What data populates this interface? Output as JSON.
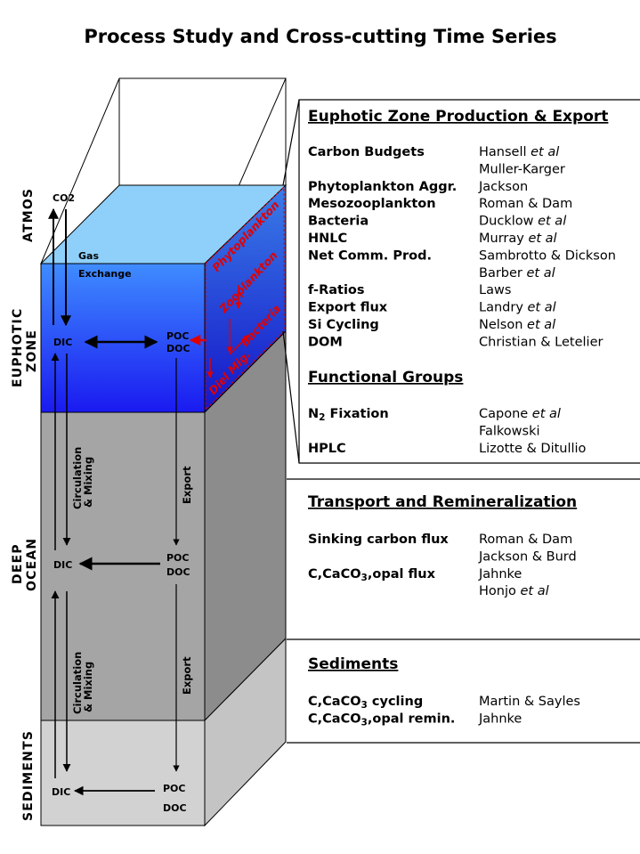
{
  "title": "Process Study and Cross-cutting Time Series",
  "zones": {
    "atmos": "ATMOS",
    "euphotic_1": "EUPHOTIC",
    "euphotic_2": "ZONE",
    "deep_1": "DEEP",
    "deep_2": "OCEAN",
    "sediments": "SEDIMENTS"
  },
  "column": {
    "co2": "CO2",
    "gas_1": "Gas",
    "gas_2": "Exchange",
    "dic": "DIC",
    "poc": "POC",
    "doc": "DOC",
    "circ_1": "Circulation",
    "circ_2": "& Mixing",
    "export": "Export",
    "side_phyto": "Phytoplankton",
    "side_zoo": "Zooplankton",
    "side_bact": "Bacteria",
    "side_dom": "Diel Mig."
  },
  "colors": {
    "sky": "#8fd0fa",
    "euphotic_top": "#3f8cff",
    "euphotic_bottom": "#1a1af0",
    "deep_face": "#a5a5a5",
    "deep_side": "#8c8c8c",
    "sediment": "#d2d2d2",
    "red": "#e00000"
  },
  "panels": [
    {
      "heading": "Euphotic Zone Production & Export",
      "rows": [
        {
          "topic": "Carbon Budgets",
          "author": "Hansell",
          "etal": "et al"
        },
        {
          "topic": "",
          "author": "Muller-Karger",
          "etal": ""
        },
        {
          "topic": "Phytoplankton Aggr.",
          "author": "Jackson",
          "etal": ""
        },
        {
          "topic": "Mesozooplankton",
          "author": "Roman & Dam",
          "etal": ""
        },
        {
          "topic": "Bacteria",
          "author": "Ducklow",
          "etal": "et al"
        },
        {
          "topic": "HNLC",
          "author": "Murray",
          "etal": "et al"
        },
        {
          "topic": "Net Comm. Prod.",
          "author": "Sambrotto & Dickson",
          "etal": ""
        },
        {
          "topic": "",
          "author": "Barber",
          "etal": "et al"
        },
        {
          "topic": "f-Ratios",
          "author": "Laws",
          "etal": ""
        },
        {
          "topic": "Export flux",
          "author": "Landry",
          "etal": "et al"
        },
        {
          "topic": "Si Cycling",
          "author": "Nelson",
          "etal": "et al"
        },
        {
          "topic": "DOM",
          "author": "Christian & Letelier",
          "etal": ""
        }
      ]
    },
    {
      "heading": "Functional Groups",
      "rows": [
        {
          "topic": "N",
          "sub": "2",
          "topic_rest": " Fixation",
          "author": "Capone",
          "etal": "et al"
        },
        {
          "topic": "",
          "author": "Falkowski",
          "etal": ""
        },
        {
          "topic": "HPLC",
          "author": "Lizotte & Ditullio",
          "etal": ""
        }
      ]
    },
    {
      "heading": "Transport and Remineralization",
      "rows": [
        {
          "topic": "Sinking carbon flux",
          "author": "Roman & Dam",
          "etal": ""
        },
        {
          "topic": "",
          "author": "Jackson & Burd",
          "etal": ""
        },
        {
          "topic": "C,CaCO",
          "sub": "3",
          "topic_rest": ",opal flux",
          "author": "Jahnke",
          "etal": ""
        },
        {
          "topic": "",
          "author": "Honjo",
          "etal": "et al"
        }
      ]
    },
    {
      "heading": "Sediments",
      "rows": [
        {
          "topic": "C,CaCO",
          "sub": "3",
          "topic_rest": " cycling",
          "author": "Martin & Sayles",
          "etal": ""
        },
        {
          "topic": "C,CaCO",
          "sub": "3",
          "topic_rest": ",opal remin.",
          "author": "Jahnke",
          "etal": ""
        }
      ]
    }
  ]
}
